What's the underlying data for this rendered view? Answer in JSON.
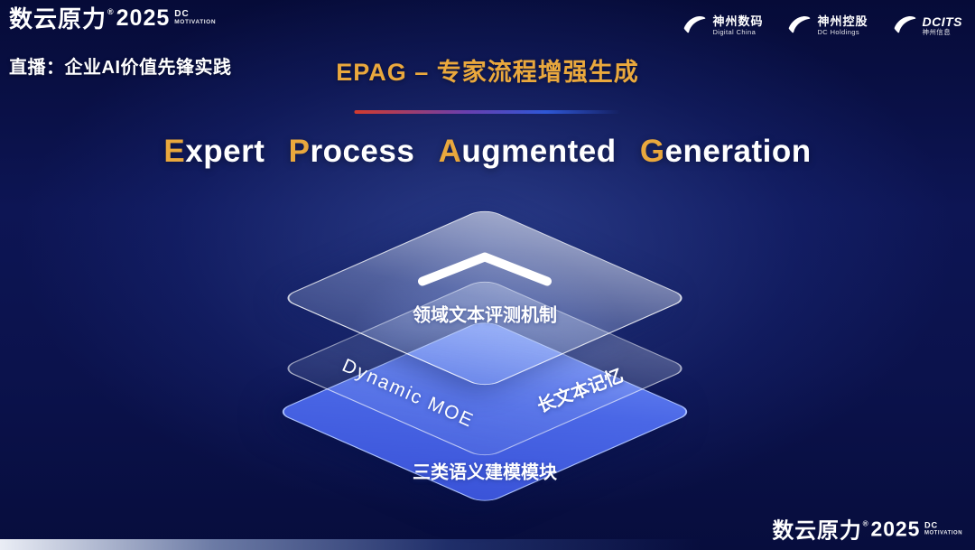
{
  "colors": {
    "gold": "#eaa83d",
    "bg-deep": "#060b38",
    "bg-mid": "#0d1554",
    "glow-blue": "#3f5bb8",
    "layer-blue-1": "#6e8cf6",
    "layer-blue-2": "#3a53d8",
    "divider-red": "#d23b2e",
    "divider-purple": "#6a3fae",
    "divider-blue": "#2e57d6"
  },
  "header": {
    "brand": {
      "name": "数云原力",
      "reg": "®",
      "year": "2025",
      "sub_top": "DC",
      "sub_bottom": "MOTIVATION"
    },
    "live_label": "直播：企业AI价值先锋实践",
    "slide_title": "EPAG – 专家流程增强生成",
    "logos": [
      {
        "name": "神州数码",
        "sub": "Digital China"
      },
      {
        "name": "神州控股",
        "sub": "DC Holdings"
      },
      {
        "name": "DCITS",
        "sub": "神州信息"
      }
    ]
  },
  "main_title": {
    "parts": [
      {
        "initial": "E",
        "rest": "xpert"
      },
      {
        "initial": "P",
        "rest": "rocess"
      },
      {
        "initial": "A",
        "rest": "ugmented"
      },
      {
        "initial": "G",
        "rest": "eneration"
      }
    ]
  },
  "diagram": {
    "layers": [
      {
        "name": "evaluation",
        "label": "领域文本评测机制"
      },
      {
        "name": "memory",
        "label_left": "Dynamic MOE",
        "label_right": "长文本记忆"
      },
      {
        "name": "modeling",
        "label": "三类语义建模模块"
      }
    ]
  },
  "footer": {
    "brand": {
      "name": "数云原力",
      "reg": "®",
      "year": "2025",
      "sub_top": "DC",
      "sub_bottom": "MOTIVATION"
    }
  }
}
